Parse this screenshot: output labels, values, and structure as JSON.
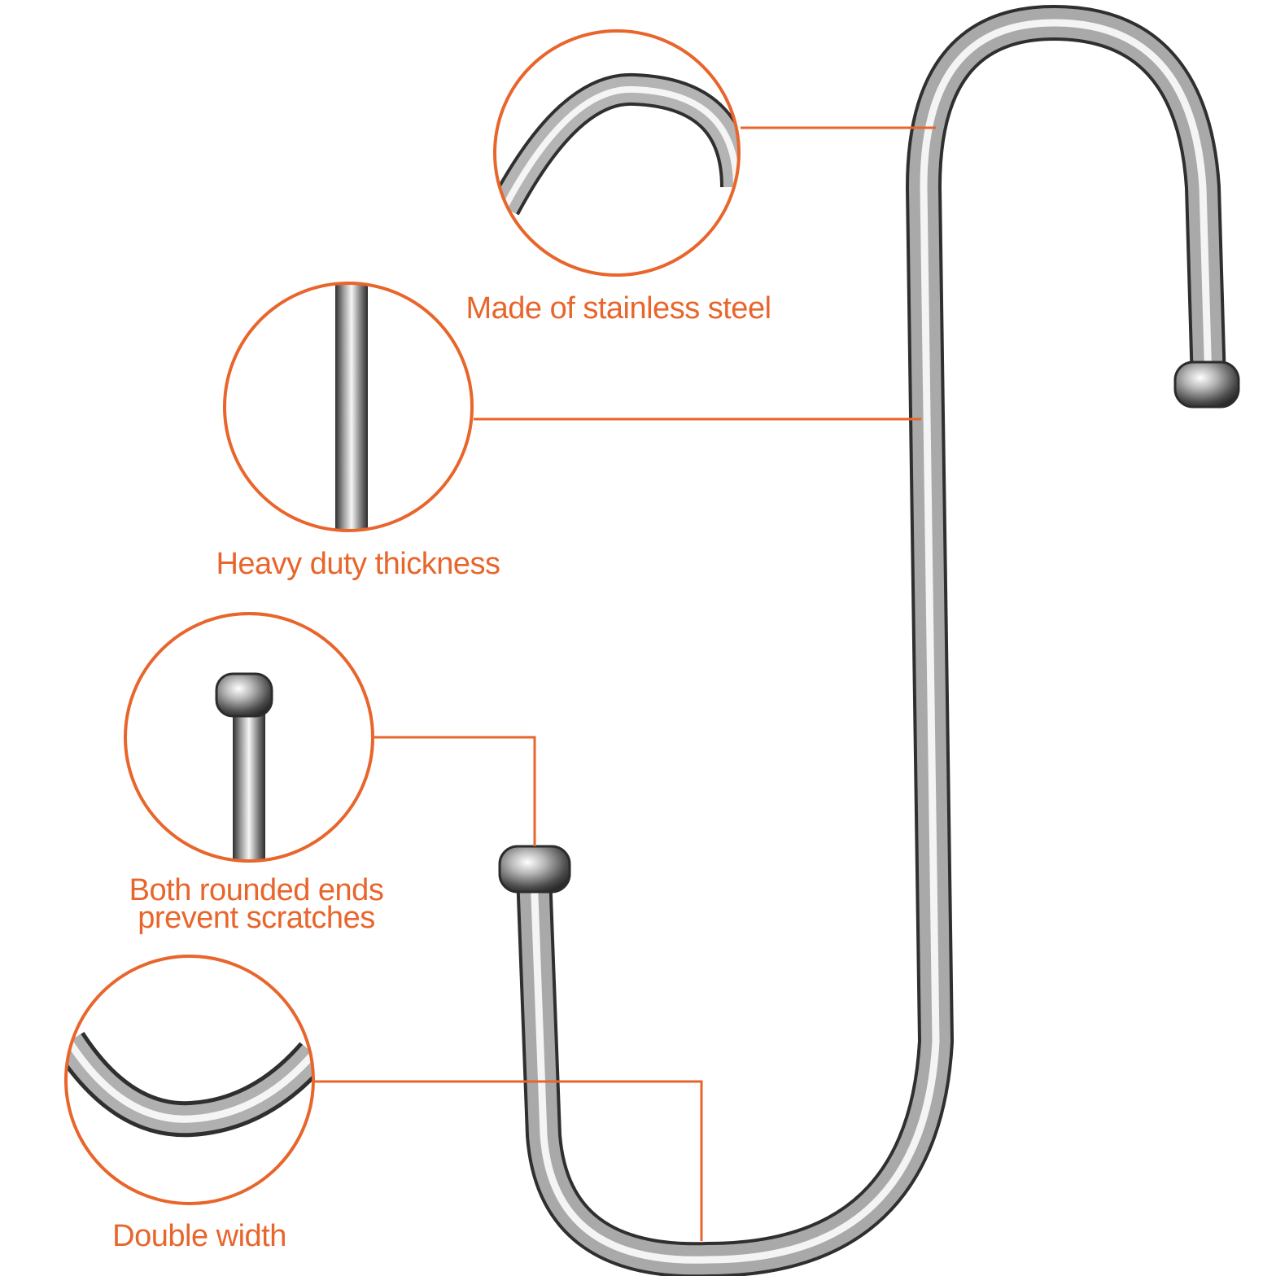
{
  "accent_color": "#e8652b",
  "metal_colors": [
    "#3a3a3a",
    "#c9c9c9",
    "#f5f5f5"
  ],
  "callouts": [
    {
      "id": "stainless",
      "lines": [
        "Made of stainless steel"
      ]
    },
    {
      "id": "thickness",
      "lines": [
        "Heavy duty thickness"
      ]
    },
    {
      "id": "rounded-ends",
      "lines": [
        "Both rounded ends",
        "prevent scratches"
      ]
    },
    {
      "id": "double-width",
      "lines": [
        "Double width"
      ]
    }
  ]
}
